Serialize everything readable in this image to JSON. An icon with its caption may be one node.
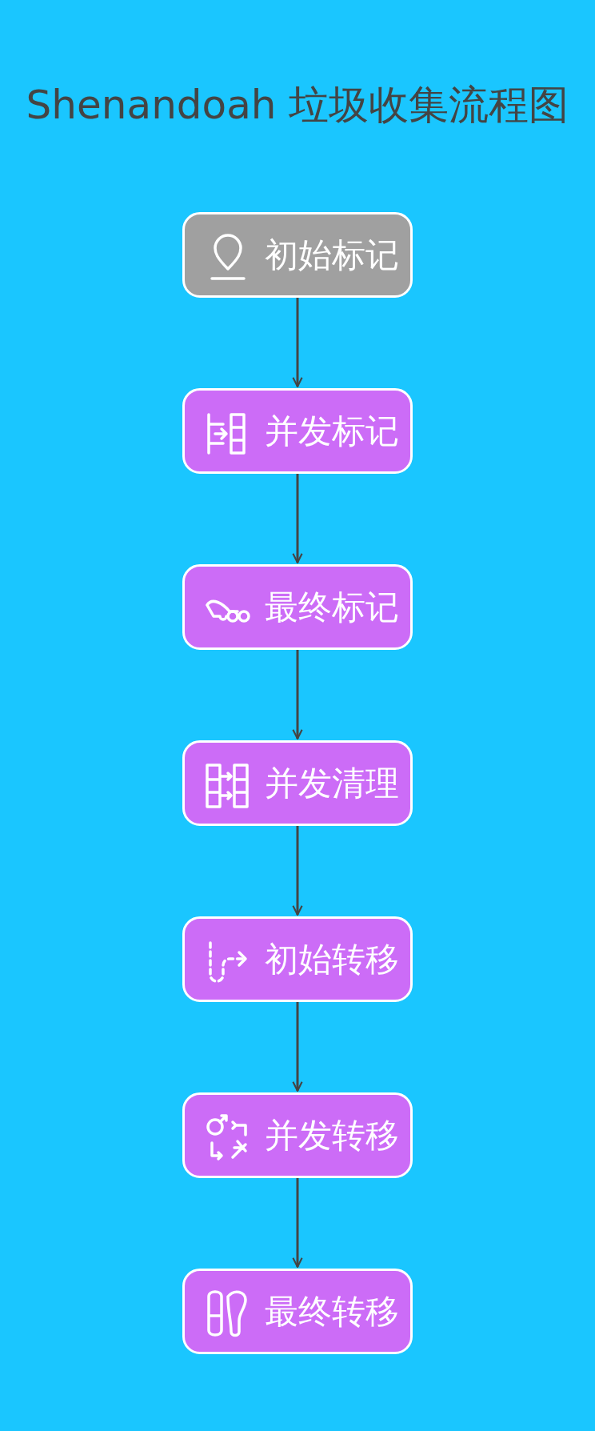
{
  "diagram": {
    "title": "Shenandoah 垃圾收集流程图",
    "nodes": [
      {
        "text": [
          "初始标记"
        ]
      },
      {
        "text": [
          "并发标记"
        ]
      },
      {
        "text": [
          "最终标记"
        ]
      },
      {
        "text": [
          "并发清理"
        ]
      },
      {
        "text": [
          "初始转移"
        ]
      },
      {
        "text": [
          "并发转移"
        ]
      },
      {
        "text": [
          "最终转移"
        ]
      }
    ],
    "edges": [
      {
        "from": 0,
        "to": 1,
        "arrow": "to"
      },
      {
        "from": 1,
        "to": 2,
        "arrow": "to"
      },
      {
        "from": 2,
        "to": 3,
        "arrow": "to"
      },
      {
        "from": 3,
        "to": 4,
        "arrow": "to"
      },
      {
        "from": 4,
        "to": 5,
        "arrow": "to"
      },
      {
        "from": 5,
        "to": 6,
        "arrow": "to"
      }
    ]
  }
}
